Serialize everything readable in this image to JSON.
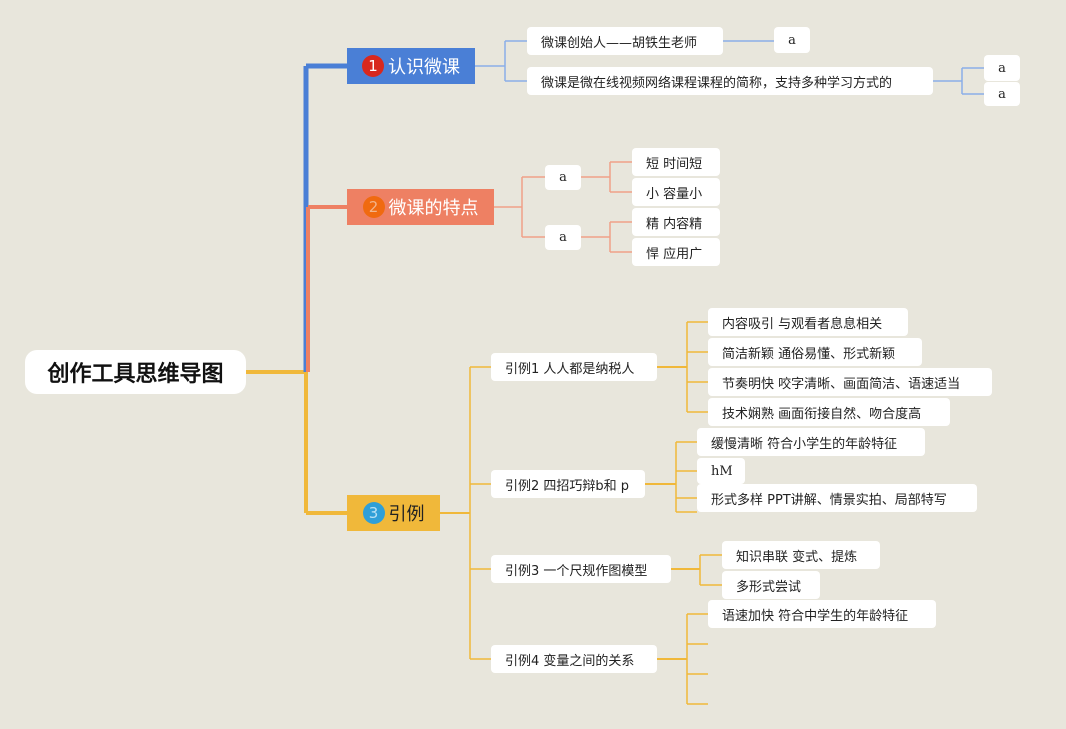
{
  "root": {
    "label": "创作工具思维导图"
  },
  "colors": {
    "blue": "#4a7fd6",
    "orange": "#ee8063",
    "yellow": "#f0b83a",
    "background": "#e8e6dc"
  },
  "branches": [
    {
      "id": "b1",
      "number": "1",
      "label": "认识微课",
      "children": [
        {
          "label": "微课创始人——胡铁生老师",
          "children": [
            "a"
          ]
        },
        {
          "label": "微课是微在线视频网络课程课程的简称，支持多种学习方式的",
          "children": [
            "a",
            "a"
          ]
        }
      ]
    },
    {
      "id": "b2",
      "number": "2",
      "label": "微课的特点",
      "children": [
        {
          "label": "a",
          "children": [
            "短 时间短",
            "小 容量小"
          ]
        },
        {
          "label": "a",
          "children": [
            "精 内容精",
            "悍 应用广"
          ]
        }
      ]
    },
    {
      "id": "b3",
      "number": "3",
      "label": "引例",
      "children": [
        {
          "label": "引例1 人人都是纳税人",
          "children": [
            "内容吸引 与观看者息息相关",
            "简洁新颖 通俗易懂、形式新颖",
            "节奏明快 咬字清晰、画面简洁、语速适当",
            "技术娴熟 画面衔接自然、吻合度高"
          ]
        },
        {
          "label": "引例2 四招巧辩b和 p",
          "children": [
            "缓慢清晰 符合小学生的年龄特征",
            "hM",
            "形式多样 PPT讲解、情景实拍、局部特写"
          ]
        },
        {
          "label": "引例3 一个尺规作图模型",
          "children": [
            "知识串联 变式、提炼",
            "多形式尝试"
          ]
        },
        {
          "label": "引例4 变量之间的关系",
          "children": [
            "语速加快 符合中学生的年龄特征",
            "",
            "",
            ""
          ]
        }
      ]
    }
  ]
}
